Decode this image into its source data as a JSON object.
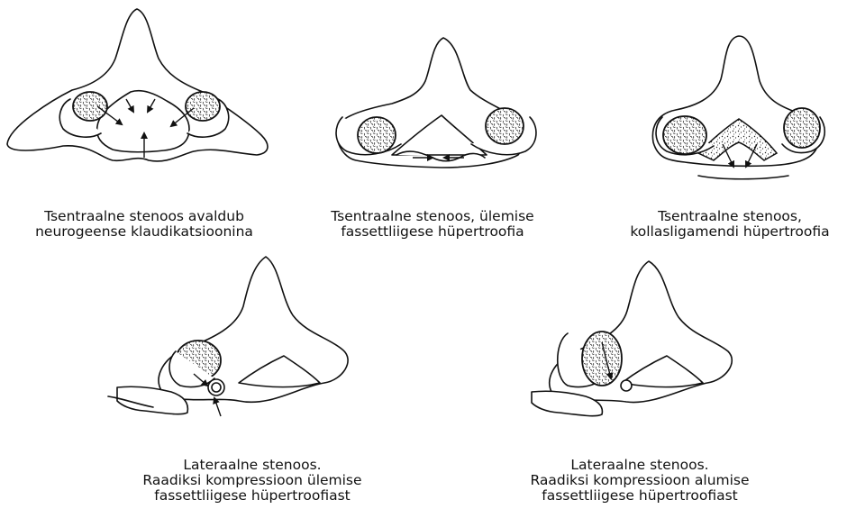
{
  "panels": [
    {
      "id": "central-claudication",
      "caption": [
        "Tsentraalne stenoos avaldub",
        "neurogeense klaudikatsioonina"
      ]
    },
    {
      "id": "central-facet",
      "caption": [
        "Tsentraalne stenoos, ülemise",
        "fassettliigese hüpertroofia"
      ]
    },
    {
      "id": "central-ligament",
      "caption": [
        "Tsentraalne stenoos,",
        "kollasligamendi hüpertroofia"
      ]
    },
    {
      "id": "lateral-upper",
      "caption": [
        "Lateraalne stenoos.",
        "Raadiksi kompressioon ülemise",
        "fassettliigese hüpertroofiast"
      ]
    },
    {
      "id": "lateral-lower",
      "caption": [
        "Lateraalne stenoos.",
        "Raadiksi kompressioon alumise",
        "fassettliigese hüpertroofiast"
      ]
    }
  ]
}
